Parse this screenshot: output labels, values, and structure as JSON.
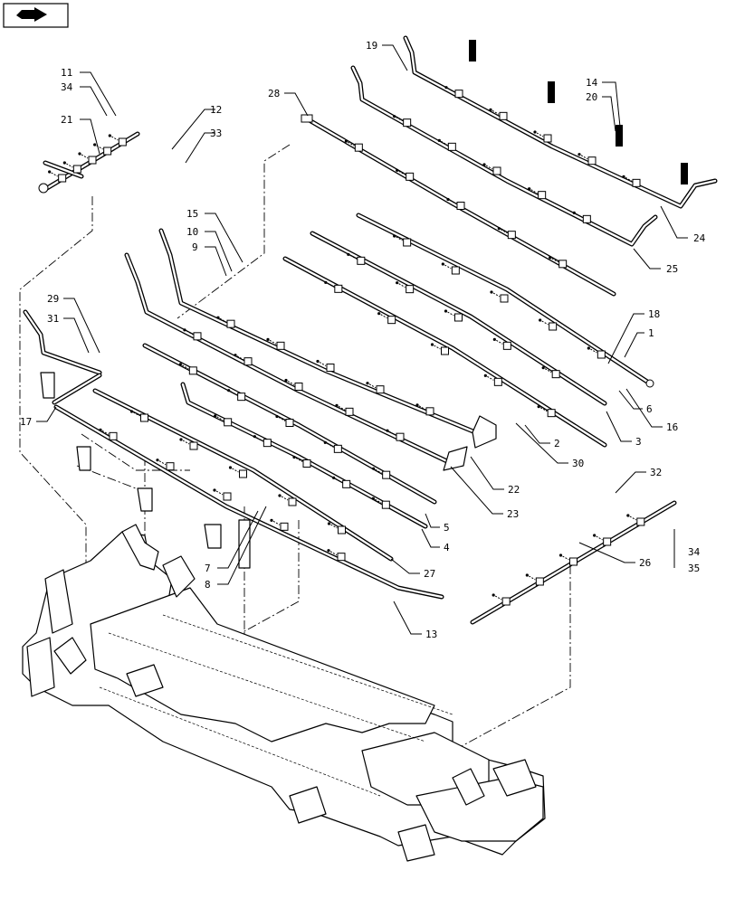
{
  "nav_icon": "arrow-icon",
  "callouts": [
    {
      "id": "c11",
      "text": "11"
    },
    {
      "id": "c34a",
      "text": "34"
    },
    {
      "id": "c21",
      "text": "21"
    },
    {
      "id": "c12",
      "text": "12"
    },
    {
      "id": "c33",
      "text": "33"
    },
    {
      "id": "c28",
      "text": "28"
    },
    {
      "id": "c19",
      "text": "19"
    },
    {
      "id": "c14",
      "text": "14"
    },
    {
      "id": "c20",
      "text": "20"
    },
    {
      "id": "c24",
      "text": "24"
    },
    {
      "id": "c25",
      "text": "25"
    },
    {
      "id": "c15",
      "text": "15"
    },
    {
      "id": "c10",
      "text": "10"
    },
    {
      "id": "c9",
      "text": "9"
    },
    {
      "id": "c29",
      "text": "29"
    },
    {
      "id": "c31",
      "text": "31"
    },
    {
      "id": "c17",
      "text": "17"
    },
    {
      "id": "c18",
      "text": "18"
    },
    {
      "id": "c1",
      "text": "1"
    },
    {
      "id": "c6",
      "text": "6"
    },
    {
      "id": "c16",
      "text": "16"
    },
    {
      "id": "c3",
      "text": "3"
    },
    {
      "id": "c2",
      "text": "2"
    },
    {
      "id": "c30",
      "text": "30"
    },
    {
      "id": "c22",
      "text": "22"
    },
    {
      "id": "c23",
      "text": "23"
    },
    {
      "id": "c5",
      "text": "5"
    },
    {
      "id": "c4",
      "text": "4"
    },
    {
      "id": "c27",
      "text": "27"
    },
    {
      "id": "c7",
      "text": "7"
    },
    {
      "id": "c8",
      "text": "8"
    },
    {
      "id": "c13",
      "text": "13"
    },
    {
      "id": "c32",
      "text": "32"
    },
    {
      "id": "c26",
      "text": "26"
    },
    {
      "id": "c34b",
      "text": "34"
    },
    {
      "id": "c35",
      "text": "35"
    }
  ]
}
